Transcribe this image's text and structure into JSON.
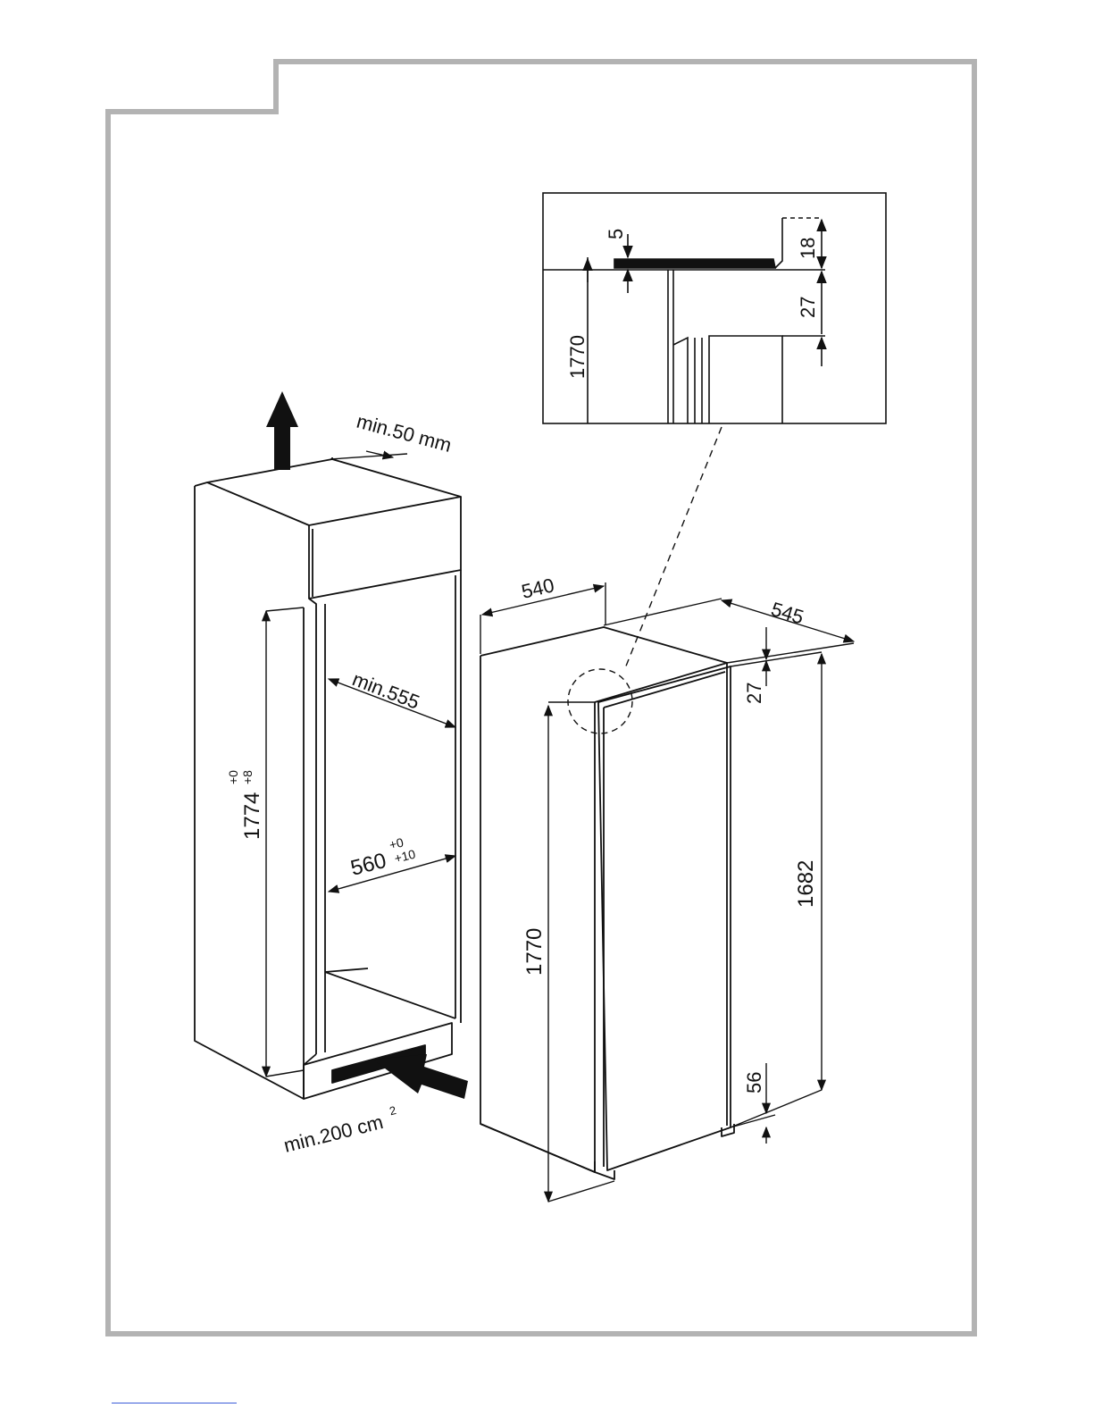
{
  "diagram": {
    "inset": {
      "dim_5": "5",
      "dim_18": "18",
      "dim_27": "27",
      "dim_1770": "1770"
    },
    "niche": {
      "airflow_top": "min.50 mm",
      "depth_min": "min.555",
      "height_main": "1774",
      "height_tol_upper": "+0",
      "height_tol_lower": "+8",
      "width_main": "560",
      "width_tol_upper": "+0",
      "width_tol_lower": "+10",
      "vent_area": "min.200 cm",
      "vent_area_sup": "2"
    },
    "appliance": {
      "width": "540",
      "depth": "545",
      "top_gap": "27",
      "height": "1770",
      "door_height": "1682",
      "bottom_gap": "56"
    }
  },
  "colors": {
    "frame": "#b3b3b3",
    "line": "#111111",
    "link": "#3a5bd9"
  }
}
